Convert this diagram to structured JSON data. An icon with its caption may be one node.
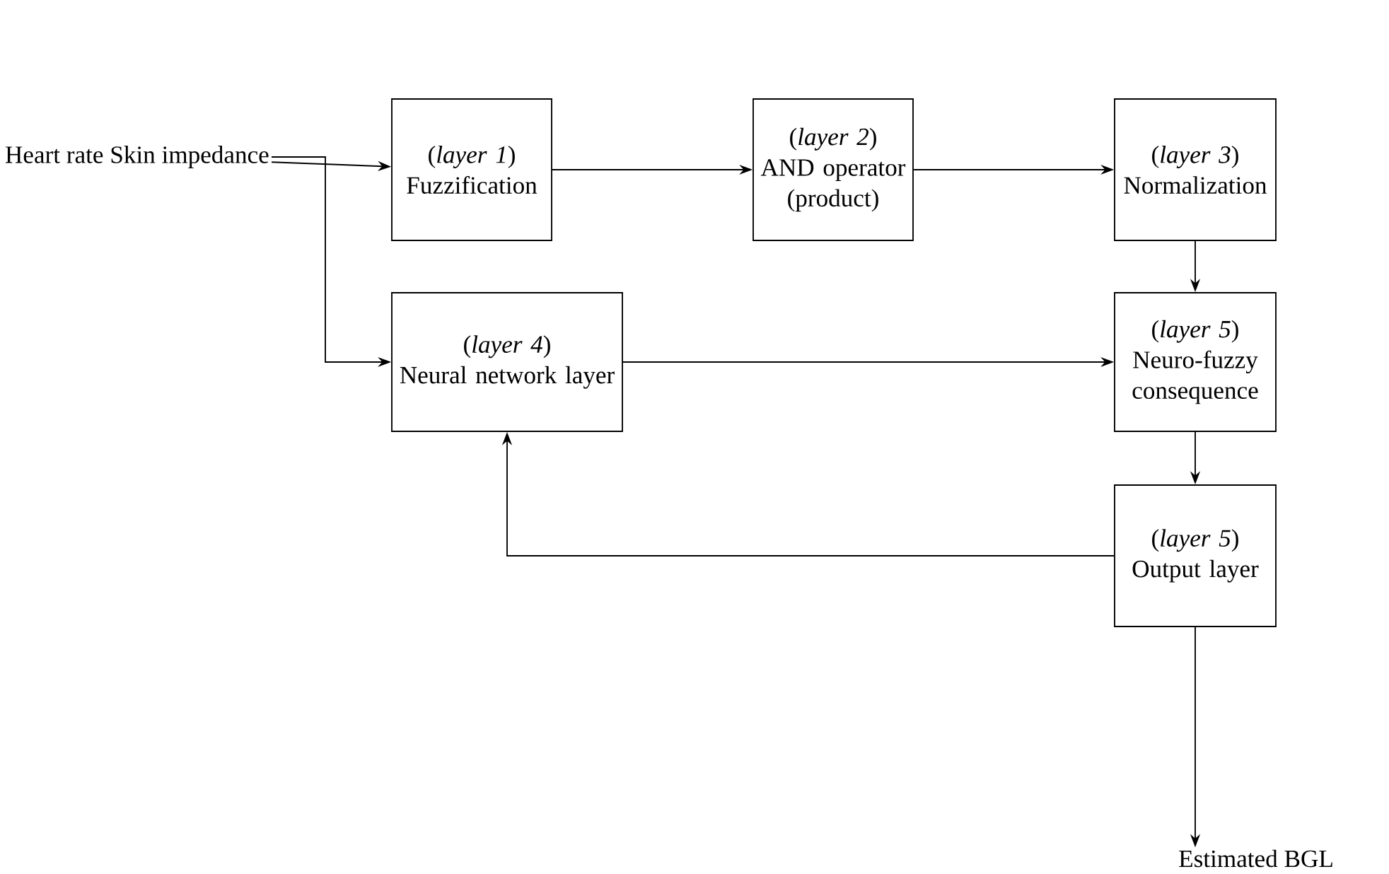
{
  "diagram": {
    "nodes": [
      {
        "text": [
          "Heart rate Skin impedance"
        ]
      },
      {
        "text": [
          "(*layer 1*)",
          "Fuzzification"
        ]
      },
      {
        "text": [
          "(*layer 2*)",
          "AND operator (product)"
        ]
      },
      {
        "text": [
          "(*layer 3*)",
          "Normalization"
        ]
      },
      {
        "text": [
          "(*layer 4*)",
          "Neural network layer"
        ]
      },
      {
        "text": [
          "(*layer 5*)",
          "Neuro-fuzzy consequence"
        ]
      },
      {
        "text": [
          "(*layer 5*)",
          "Output layer"
        ]
      },
      {
        "text": [
          "Estimated BGL"
        ]
      }
    ],
    "edges": [
      {
        "from": 0,
        "to": 1,
        "arrow": "to"
      },
      {
        "from": 0,
        "to": 4,
        "arrow": "to"
      },
      {
        "from": 1,
        "to": 2,
        "arrow": "to"
      },
      {
        "from": 2,
        "to": 3,
        "arrow": "to"
      },
      {
        "from": 3,
        "to": 5,
        "arrow": "to"
      },
      {
        "from": 4,
        "to": 5,
        "arrow": "to"
      },
      {
        "from": 5,
        "to": 6,
        "arrow": "to"
      },
      {
        "from": 6,
        "to": 4,
        "arrow": "to"
      },
      {
        "from": 6,
        "to": 7,
        "arrow": "to"
      }
    ]
  }
}
